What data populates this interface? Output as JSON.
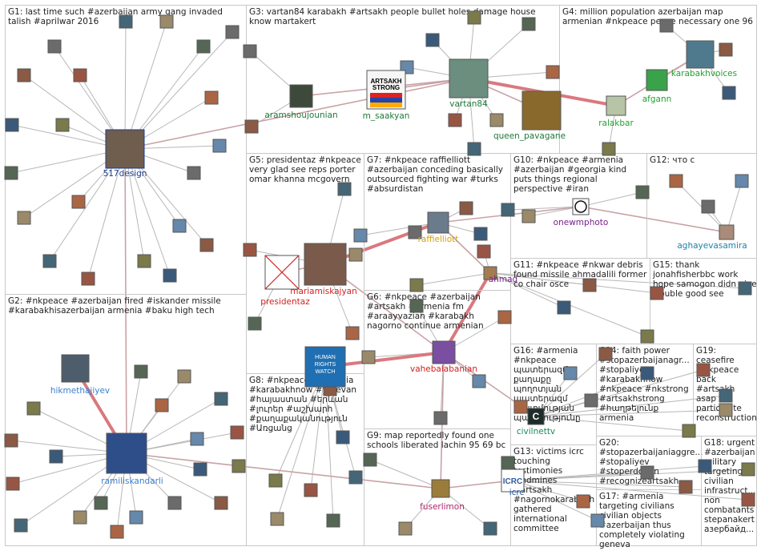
{
  "groups": [
    {
      "id": "G1",
      "text": "G1: last time such #azerbaijan army gang invaded talish #aprilwar 2016"
    },
    {
      "id": "G2",
      "text": "G2: #nkpeace #azerbaijan fired #iskander missile #karabakhisazerbaijan armenia #baku high tech"
    },
    {
      "id": "G3",
      "text": "G3: vartan84 karabakh #artsakh people bullet holes damage house know martakert"
    },
    {
      "id": "G4",
      "text": "G4: million population azerbaijan map armenian #nkpeace peace necessary one 96"
    },
    {
      "id": "G5",
      "text": "G5: presidentaz #nkpeace very glad see reps porter omar khanna mcgovern"
    },
    {
      "id": "G6",
      "text": "G6: #nkpeace #azerbaijan #artsakh #armenia fm #araayvazian #karabakh nagorno continue armenian"
    },
    {
      "id": "G7",
      "text": "G7: #nkpeace raffielliott #azerbaijan conceding basically outsourced fighting war #turks #absurdistan"
    },
    {
      "id": "G8",
      "text": "G8: #nkpeace #armenia #karabakhnow #yerevan #հայաստան #երևան #լուրեր #աշխարհ #քաղաքականություն #Առցանց"
    },
    {
      "id": "G9",
      "text": "G9: map reportedly found one schools liberated lachin 95 69 bc"
    },
    {
      "id": "G10",
      "text": "G10: #nkpeace #armenia #azerbaijan #georgia kind puts things regional perspective #iran"
    },
    {
      "id": "G11",
      "text": "G11: #nkpeace #nkwar debris found missile ahmadalili former co chair osce"
    },
    {
      "id": "G12",
      "text": "G12: что с"
    },
    {
      "id": "G13",
      "text": "G13: victims icrc touching testimonies landmines #artsakh #nagornokarabakh gathered international committee"
    },
    {
      "id": "G14",
      "text": "G14: faith power #stopazerbaijanagr... #stopaliyev #karabakhnow #nkpeace #nkstrong #artsakhstrong #հաղթելունք armenia"
    },
    {
      "id": "G15",
      "text": "G15: thank jonahfisherbbc work hope samogon didn give trouble good see"
    },
    {
      "id": "G16",
      "text": "G16: #armenia #nkpeace պատերազմը քաղաքը պողոտյան պատերազմ պատմության պատմությունը"
    },
    {
      "id": "G17",
      "text": "G17: #armenia targeting civilians civilian objects #azerbaijan thus completely violating geneva"
    },
    {
      "id": "G18",
      "text": "G18: urgent #azerbaijan military targeting civilian infrastruct... non combatants stepanakert азербайд..."
    },
    {
      "id": "G19",
      "text": "G19: ceasefire #nkpeace back #artsakh asap participate reconstruction"
    },
    {
      "id": "G20",
      "text": "G20: #stopazerbaijaniaggre... #stopaliyev #stoperdogan #recognizeartsakh..."
    }
  ],
  "nodes": [
    {
      "id": "517design",
      "label": "517design",
      "color": "#1a3b8a"
    },
    {
      "id": "ramiliskandarli",
      "label": "ramiliskandarli",
      "color": "#3a7fd0"
    },
    {
      "id": "hikmethajiyev",
      "label": "hikmethajiyev",
      "color": "#3a7fd0"
    },
    {
      "id": "aramshoujounian",
      "label": "aramshoujounian",
      "color": "#1d7a37"
    },
    {
      "id": "m_saakyan",
      "label": "m_saakyan",
      "color": "#1d7a37"
    },
    {
      "id": "vartan84",
      "label": "vartan84",
      "color": "#1d7a37"
    },
    {
      "id": "queen_pavagane",
      "label": "queen_pavagane",
      "color": "#1d7a37"
    },
    {
      "id": "karabakhvoices",
      "label": "karabakhvoices",
      "color": "#22a02e"
    },
    {
      "id": "afgann",
      "label": "afgann",
      "color": "#22a02e"
    },
    {
      "id": "ralakbar",
      "label": "ralakbar",
      "color": "#22a02e"
    },
    {
      "id": "presidentaz",
      "label": "presidentaz",
      "color": "#d11f1f"
    },
    {
      "id": "mariamiskajyan",
      "label": "mariamiskajyan",
      "color": "#d11f1f"
    },
    {
      "id": "raffielliott",
      "label": "raffielliott",
      "color": "#d3a20a"
    },
    {
      "id": "onewmphoto",
      "label": "onewmphoto",
      "color": "#7a1f8c"
    },
    {
      "id": "aghayevasamira",
      "label": "aghayevasamira",
      "color": "#1d7fa6"
    },
    {
      "id": "ahmadalili",
      "label": "ahmad",
      "color": "#7a1f8c"
    },
    {
      "id": "vahebalabanian",
      "label": "vahebalabanian",
      "color": "#d11f1f"
    },
    {
      "id": "civilnettv",
      "label": "civilnettv",
      "color": "#1d8a57"
    },
    {
      "id": "fuserlimon",
      "label": "fuserlimon",
      "color": "#b0246e"
    },
    {
      "id": "icrc",
      "label": "icrc",
      "color": "#2c5aa0"
    }
  ],
  "node_visuals": [
    {
      "id": "517design",
      "image": "bearded man portrait photo"
    },
    {
      "id": "ramiliskandarli",
      "image": "man in suit at desk photo"
    },
    {
      "id": "hikmethajiyev",
      "image": "man in suit portrait photo"
    },
    {
      "id": "aramshoujounian",
      "image": "man in suit portrait photo"
    },
    {
      "id": "m_saakyan",
      "image": "ARTSAKH STRONG logo",
      "logo_text": "ARTSAKH\nSTRONG"
    },
    {
      "id": "vartan84",
      "image": "young man portrait photo"
    },
    {
      "id": "queen_pavagane",
      "image": "painted portrait"
    },
    {
      "id": "karabakhvoices",
      "image": "mountain landscape photo"
    },
    {
      "id": "afgann",
      "image": "green emblem"
    },
    {
      "id": "ralakbar",
      "image": "man portrait photo"
    },
    {
      "id": "presidentaz",
      "image": "missing image placeholder"
    },
    {
      "id": "mariamiskajyan",
      "image": "smiling woman portrait photo"
    },
    {
      "id": "raffielliott",
      "image": "man portrait photo"
    },
    {
      "id": "onewmphoto",
      "image": "peace symbol"
    },
    {
      "id": "aghayevasamira",
      "image": "woman portrait photo"
    },
    {
      "id": "vahebalabanian",
      "image": "purple flower"
    },
    {
      "id": "civilnettv",
      "image": "C logo"
    },
    {
      "id": "fuserlimon",
      "image": "man portrait photo"
    },
    {
      "id": "icrc",
      "image": "ICRC logo",
      "logo_text": "ICRC"
    },
    {
      "id": "hr-logo",
      "image": "HUMAN RIGHTS WATCH logo",
      "logo_text": "HUMAN\nRIGHTS\nWATCH"
    }
  ],
  "edges": [
    [
      "517design",
      "ramiliskandarli"
    ],
    [
      "517design",
      "vartan84"
    ],
    [
      "ramiliskandarli",
      "hikmethajiyev"
    ],
    [
      "ramiliskandarli",
      "fuserlimon"
    ],
    [
      "vartan84",
      "m_saakyan"
    ],
    [
      "vartan84",
      "aramshoujounian"
    ],
    [
      "vartan84",
      "queen_pavagane"
    ],
    [
      "vartan84",
      "ralakbar"
    ],
    [
      "ralakbar",
      "karabakhvoices"
    ],
    [
      "karabakhvoices",
      "afgann"
    ],
    [
      "presidentaz",
      "mariamiskajyan"
    ],
    [
      "mariamiskajyan",
      "raffielliott"
    ],
    [
      "raffielliott",
      "onewmphoto"
    ],
    [
      "raffielliott",
      "ahmadalili"
    ],
    [
      "onewmphoto",
      "aghayevasamira"
    ],
    [
      "vahebalabanian",
      "mariamiskajyan"
    ],
    [
      "vahebalabanian",
      "civilnettv"
    ],
    [
      "vahebalabanian",
      "fuserlimon"
    ],
    [
      "fuserlimon",
      "icrc"
    ],
    [
      "ahmadalili",
      "vahebalabanian"
    ]
  ],
  "colors": {
    "group_border": "#c8c8c8",
    "edge": "#b7b7b7",
    "edge_highlight": "#d9797f",
    "background": "#ffffff"
  }
}
